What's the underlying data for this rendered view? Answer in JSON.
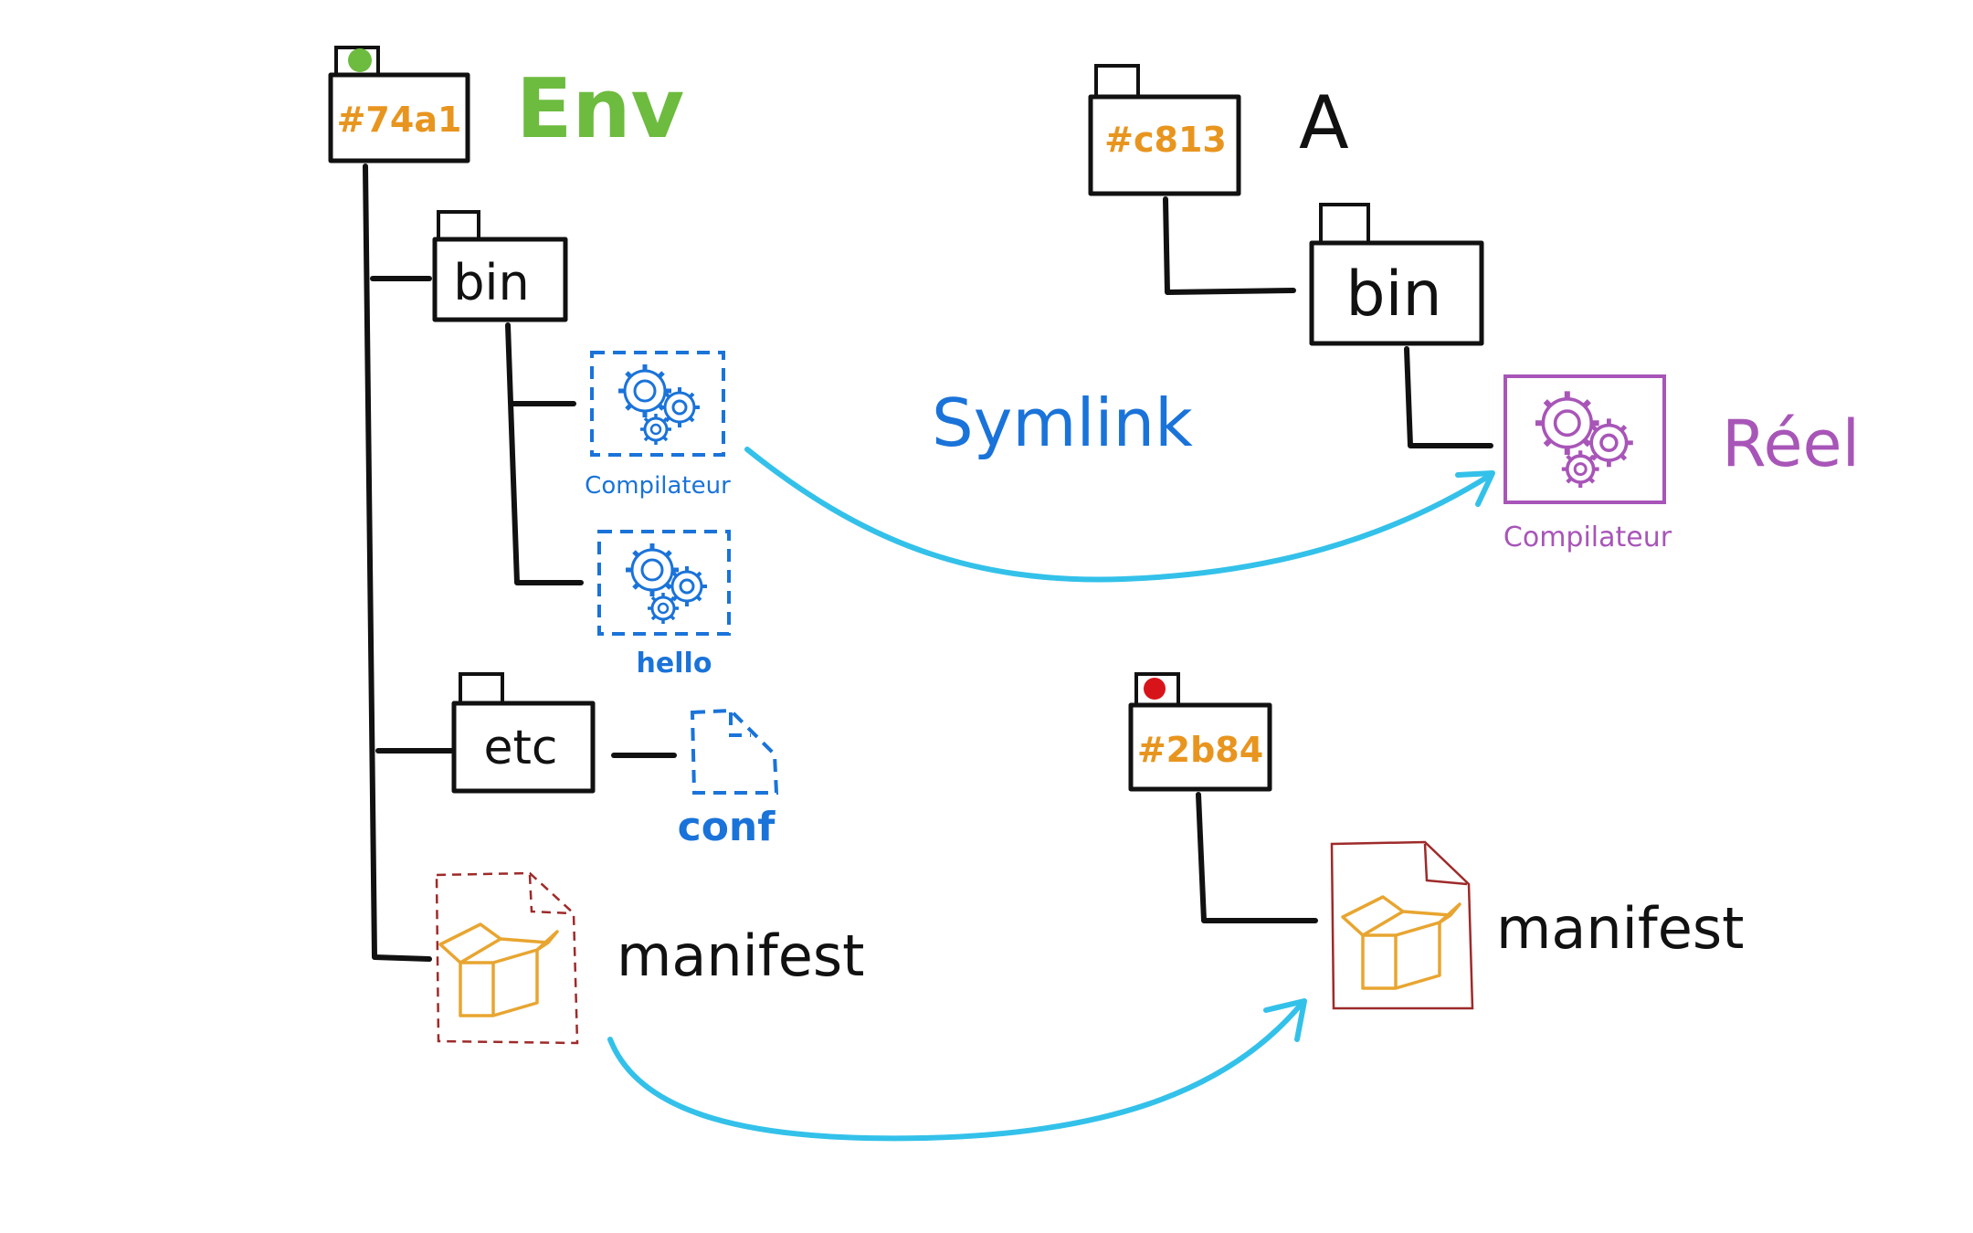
{
  "colors": {
    "ink": "#111111",
    "hash": "#e8951f",
    "env": "#6dbb3f",
    "blue": "#1a73d9",
    "purple": "#a855b8",
    "manifest_red": "#9e2a2a",
    "box_orange": "#e8a530",
    "link_cyan": "#33c1ea",
    "dot_green": "#6dbb3f",
    "dot_red": "#d8141b"
  },
  "env_tree": {
    "hash": "#74a1",
    "title": "Env",
    "bin": {
      "label": "bin",
      "files": [
        "Compilateur",
        "hello"
      ]
    },
    "etc": {
      "label": "etc",
      "file": "conf"
    },
    "manifest": "manifest"
  },
  "a_tree": {
    "hash": "#c813",
    "title": "A",
    "bin": {
      "label": "bin",
      "file": "Compilateur"
    },
    "real_label": "Réel"
  },
  "b_tree": {
    "hash": "#2b84",
    "manifest": "manifest"
  },
  "links": {
    "symlink_label": "Symlink"
  },
  "icons": [
    "gears-icon",
    "document-icon",
    "box-icon",
    "status-dot-icon"
  ]
}
